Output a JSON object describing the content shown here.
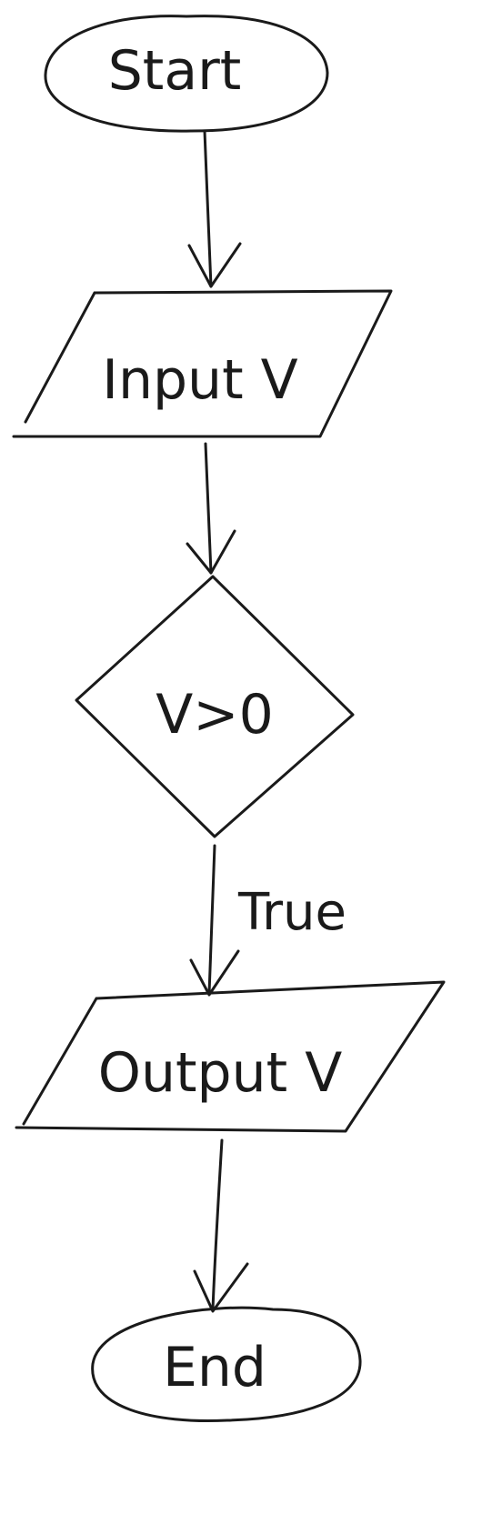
{
  "flowchart": {
    "nodes": [
      {
        "id": "start",
        "shape": "terminator",
        "text": "Start"
      },
      {
        "id": "input",
        "shape": "parallelogram",
        "text": "Input  V"
      },
      {
        "id": "decision",
        "shape": "diamond",
        "text": "V>0"
      },
      {
        "id": "output",
        "shape": "parallelogram",
        "text": "Output  V"
      },
      {
        "id": "end",
        "shape": "terminator",
        "text": "End"
      }
    ],
    "edges": [
      {
        "from": "start",
        "to": "input",
        "label": ""
      },
      {
        "from": "input",
        "to": "decision",
        "label": ""
      },
      {
        "from": "decision",
        "to": "output",
        "label": "True"
      },
      {
        "from": "output",
        "to": "end",
        "label": ""
      }
    ]
  },
  "colors": {
    "ink": "#1a1a1a",
    "background": "#ffffff"
  }
}
